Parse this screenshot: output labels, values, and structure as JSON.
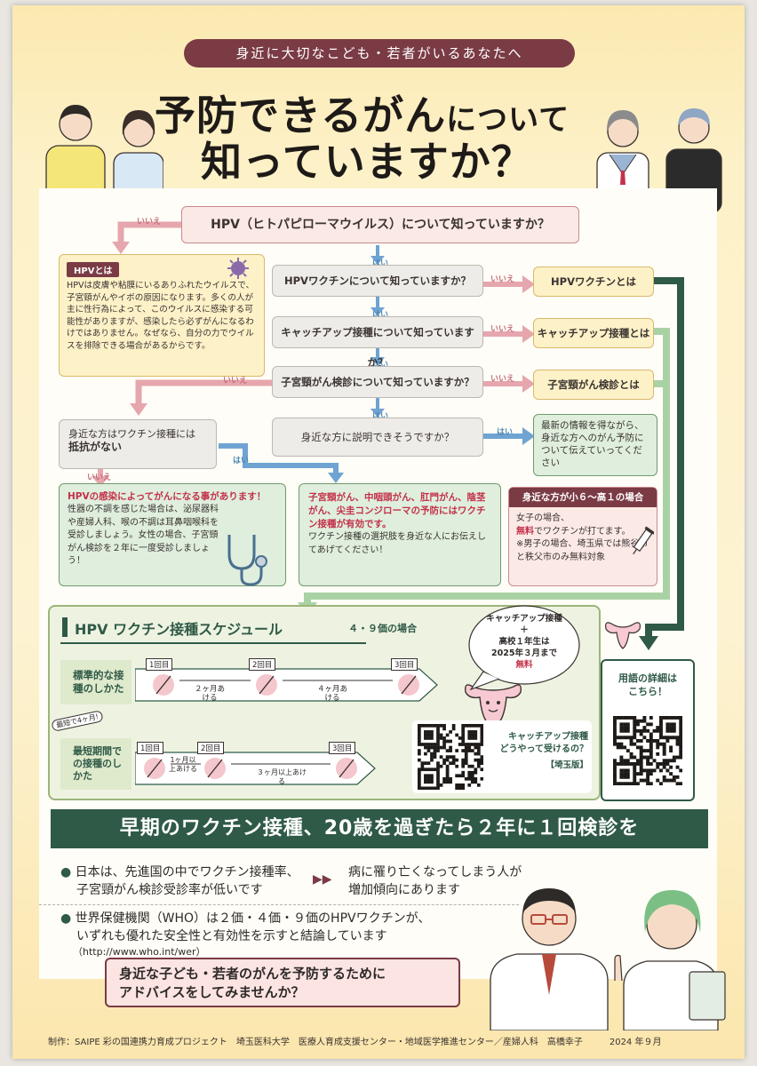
{
  "header": {
    "pill": "身近に大切なこども・若者がいるあなたへ",
    "title_a": "予防できるがん",
    "title_b": "について",
    "title_line2": "知っていますか？"
  },
  "flow": {
    "q_hpv": "HPV（ヒトパピローマウイルス）について知っていますか？",
    "q_vaccine": "HPVワクチンについて知っていますか？",
    "q_catchup": "キャッチアップ接種について知っていますか？",
    "q_screening": "子宮頸がん検診について知っていますか？",
    "q_explain": "身近な方に説明できそうですか？",
    "yes": "はい",
    "no": "いいえ",
    "hpv_box_title": "HPVとは",
    "hpv_box_text": "HPVは皮膚や粘膜にいるありふれたウイルスで、子宮頸がんやイボの原因になります。多くの人が主に性行為によって、このウイルスに感染する可能性がありますが、感染したら必ずがんになるわけではありません。なぜなら、自分の力でウイルスを排除できる場合があるからです。",
    "r_vaccine": "HPVワクチンとは",
    "r_catchup": "キャッチアップ接種とは",
    "r_screening": "子宮頸がん検診とは",
    "r_latest": "最新の情報を得ながら、身近な方へのがん予防について伝えていってください",
    "resist_q_line1": "身近な方はワクチン接種には",
    "resist_q_line2": "抵抗がない",
    "no_result_title": "HPVの感染によってがんになる事があります！",
    "no_result_text": "性器の不調を感じた場合は、泌尿器科や産婦人科、喉の不調は耳鼻咽喉科を受診しましょう。女性の場合、子宮頸がん検診を２年に一度受診しましょう！",
    "yes_result_red": "子宮頸がん、中咽頭がん、肛門がん、陰茎がん、尖圭コンジローマの予防にはワクチン接種が有効です。",
    "yes_result_text": "ワクチン接種の選択肢を身近な人にお伝えしてあげてください！",
    "age_title": "身近な方が小６〜高１の場合",
    "age_text1": "女子の場合、",
    "age_text2_red": "無料",
    "age_text2": "でワクチンが打てます。",
    "age_text3": "※男子の場合、埼玉県では熊谷市と秩父市のみ無料対象"
  },
  "schedule": {
    "title": "HPV ワクチン接種スケジュール",
    "subtitle": "４・９価の場合",
    "standard_label": "標準的な接種のしかた",
    "shortest_label": "最短期間での接種のしかた",
    "shortest_tag": "最短で4ヶ月!",
    "dose1": "1回目",
    "dose2": "2回目",
    "dose3": "3回目",
    "std_gap1": "２ヶ月あける",
    "std_gap2": "４ヶ月あける",
    "short_gap1": "1ヶ月以上あける",
    "short_gap2": "３ヶ月以上あける",
    "bubble_line1": "キャッチアップ接種",
    "bubble_plus": "＋",
    "bubble_line2": "高校１年生は",
    "bubble_line3": "2025年３月まで",
    "bubble_free": "無料",
    "qr_caption1": "キャッチアップ接種",
    "qr_caption2": "どうやって受けるの？",
    "qr_caption3": "【埼玉版】",
    "glossary1": "用語の詳細は",
    "glossary2": "こちら！"
  },
  "banner": "早期のワクチン接種、20歳を過ぎたら２年に１回検診を",
  "bullets": {
    "b1_line1": "日本は、先進国の中でワクチン接種率、",
    "b1_line2": "子宮頸がん検診受診率が低いです",
    "b1_result1": "病に罹り亡くなってしまう人が",
    "b1_result2": "増加傾向にあります",
    "b2_line1": "世界保健機関（WHO）は２価・４価・９価のHPVワクチンが、",
    "b2_line2": "いずれも優れた安全性と有効性を示すと結論しています",
    "b2_url": "（http://www.who.int/wer）"
  },
  "advice": {
    "line1": "身近な子ども・若者のがんを予防するために",
    "line2": "アドバイスをしてみませんか？"
  },
  "credits": "制作：SAIPE 彩の国連携力育成プロジェクト　埼玉医科大学　医療人育成支援センター・地域医学推進センター／産婦人科　高橋幸子　　　2024 年９月",
  "colors": {
    "maroon": "#7a3b45",
    "dark_green": "#2f5a47",
    "pink": "#c46f7b",
    "light_green": "#a9d2a4",
    "blue": "#4d86b5",
    "red": "#c4314a"
  }
}
